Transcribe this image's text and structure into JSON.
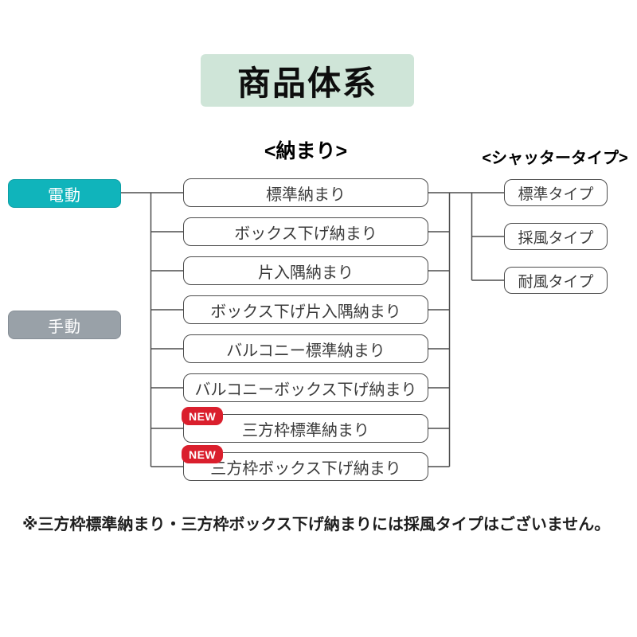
{
  "title": "商品体系",
  "headers": {
    "osamari": "<納まり>",
    "shutter_type": "<シャッタータイプ>"
  },
  "drive_types": [
    {
      "label": "電動"
    },
    {
      "label": "手動"
    }
  ],
  "osamari_items": [
    {
      "label": "標準納まり",
      "is_new": false
    },
    {
      "label": "ボックス下げ納まり",
      "is_new": false
    },
    {
      "label": "片入隅納まり",
      "is_new": false
    },
    {
      "label": "ボックス下げ片入隅納まり",
      "is_new": false
    },
    {
      "label": "バルコニー標準納まり",
      "is_new": false
    },
    {
      "label": "バルコニーボックス下げ納まり",
      "is_new": false
    },
    {
      "label": "三方枠標準納まり",
      "is_new": true
    },
    {
      "label": "三方枠ボックス下げ納まり",
      "is_new": true
    }
  ],
  "new_badge": "NEW",
  "shutter_types": [
    {
      "label": "標準タイプ"
    },
    {
      "label": "採風タイプ"
    },
    {
      "label": "耐風タイプ"
    }
  ],
  "footnote": "※三方枠標準納まり・三方枠ボックス下げ納まりには採風タイプはございません。",
  "colors": {
    "title_bg": "#cfe5d8",
    "electric_bg": "#10b4bb",
    "manual_bg": "#99a1a8",
    "new_badge_bg": "#da1f2d",
    "line": "#4d4d4d"
  }
}
